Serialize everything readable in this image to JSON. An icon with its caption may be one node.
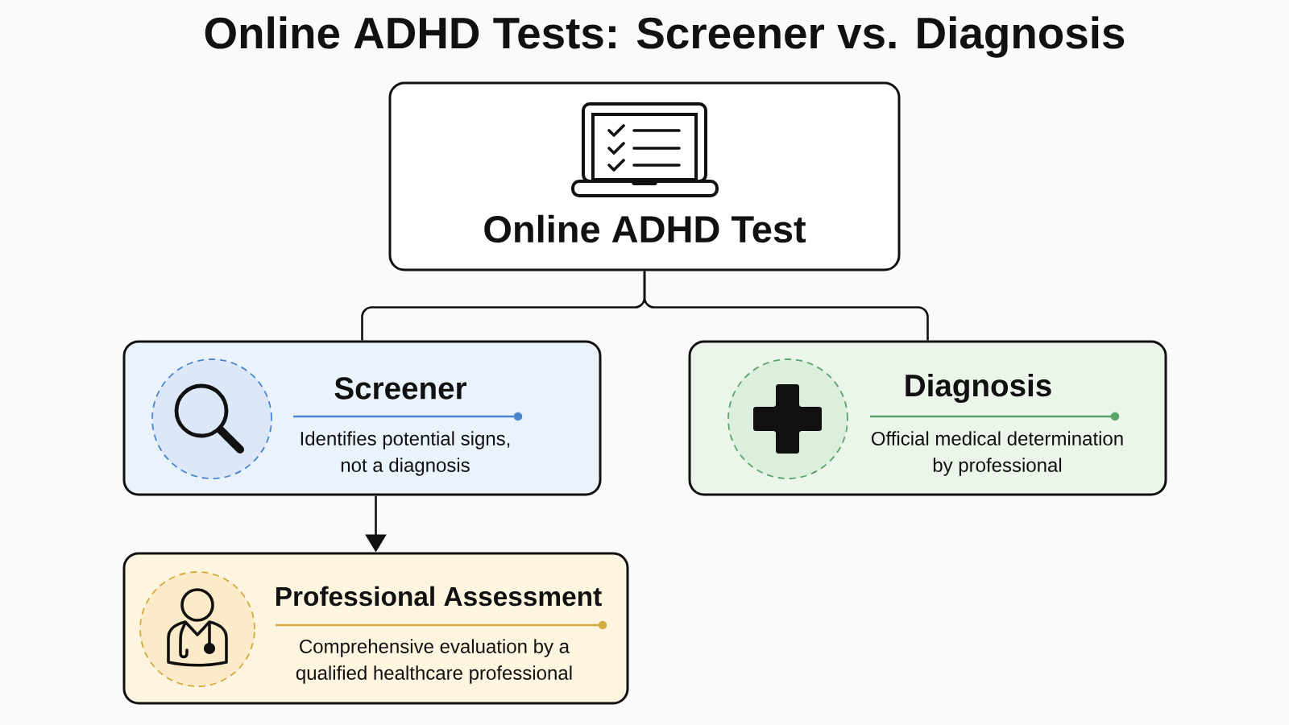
{
  "diagram": {
    "title": "Online ADHD Tests: Screener vs. Diagnosis",
    "nodes": [
      {
        "text": [
          "Online ADHD Test"
        ]
      },
      {
        "text": [
          "Screener",
          "Identifies potential signs, not a diagnosis"
        ]
      },
      {
        "text": [
          "Diagnosis",
          "Official medical determination by professional"
        ]
      },
      {
        "text": [
          "Professional Assessment",
          "Comprehensive evaluation by a qualified healthcare professional"
        ]
      }
    ],
    "edges": [
      {
        "from": 0,
        "to": 1,
        "arrow": "none"
      },
      {
        "from": 0,
        "to": 2,
        "arrow": "none"
      },
      {
        "from": 1,
        "to": 3,
        "arrow": "to"
      }
    ]
  }
}
